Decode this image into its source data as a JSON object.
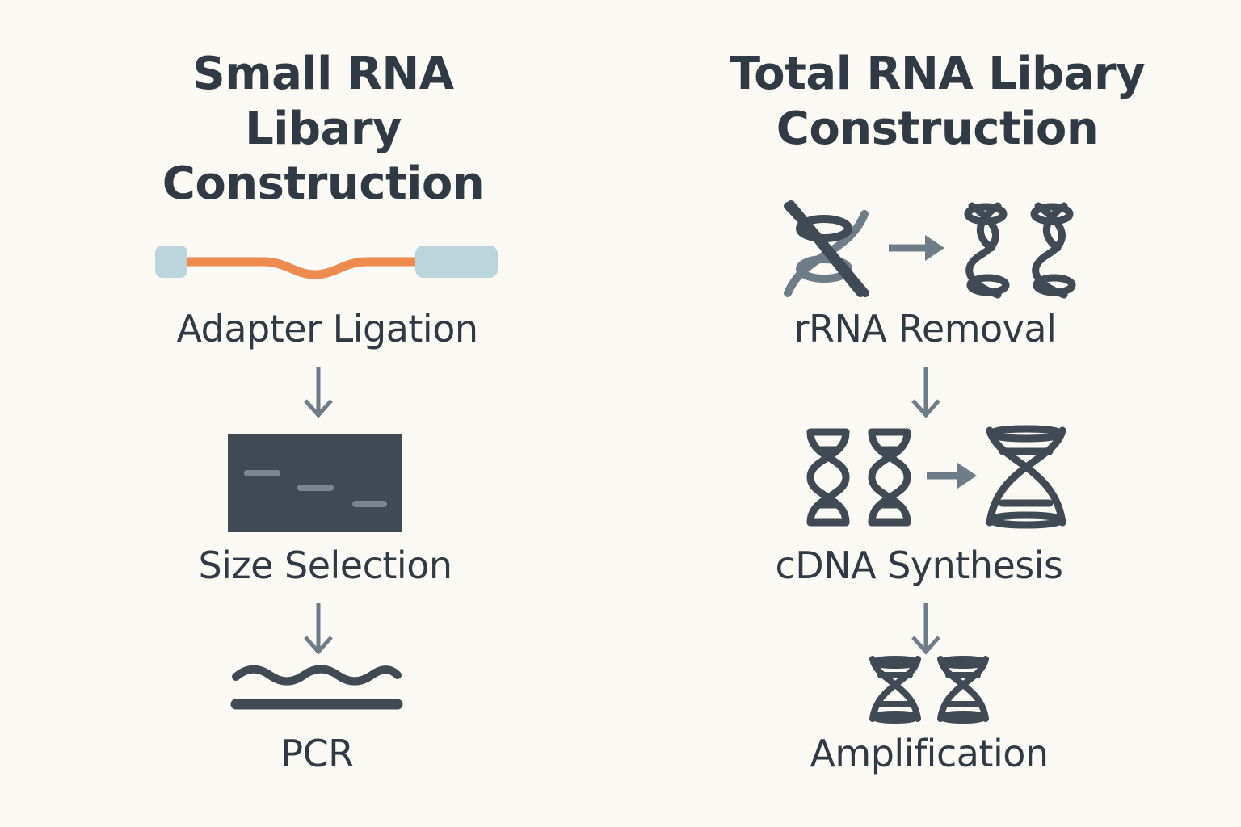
{
  "left": {
    "title_line1": "Small RNA Libary",
    "title_line2": "Construction",
    "steps": [
      "Adapter Ligation",
      "Size Selection",
      "PCR"
    ]
  },
  "right": {
    "title_line1": "Total RNA Libary",
    "title_line2": "Construction",
    "steps": [
      "rRNA Removal",
      "cDNA Synthesis",
      "Amplification"
    ]
  },
  "colors": {
    "background": "#fbf9f4",
    "text": "#2f3a44",
    "icon_dark": "#3f4a55",
    "arrow": "#6e7c88",
    "adapter_rna": "#ee8a4e",
    "adapter_caps": "#bcd4db",
    "gel_band": "#7a8791"
  }
}
